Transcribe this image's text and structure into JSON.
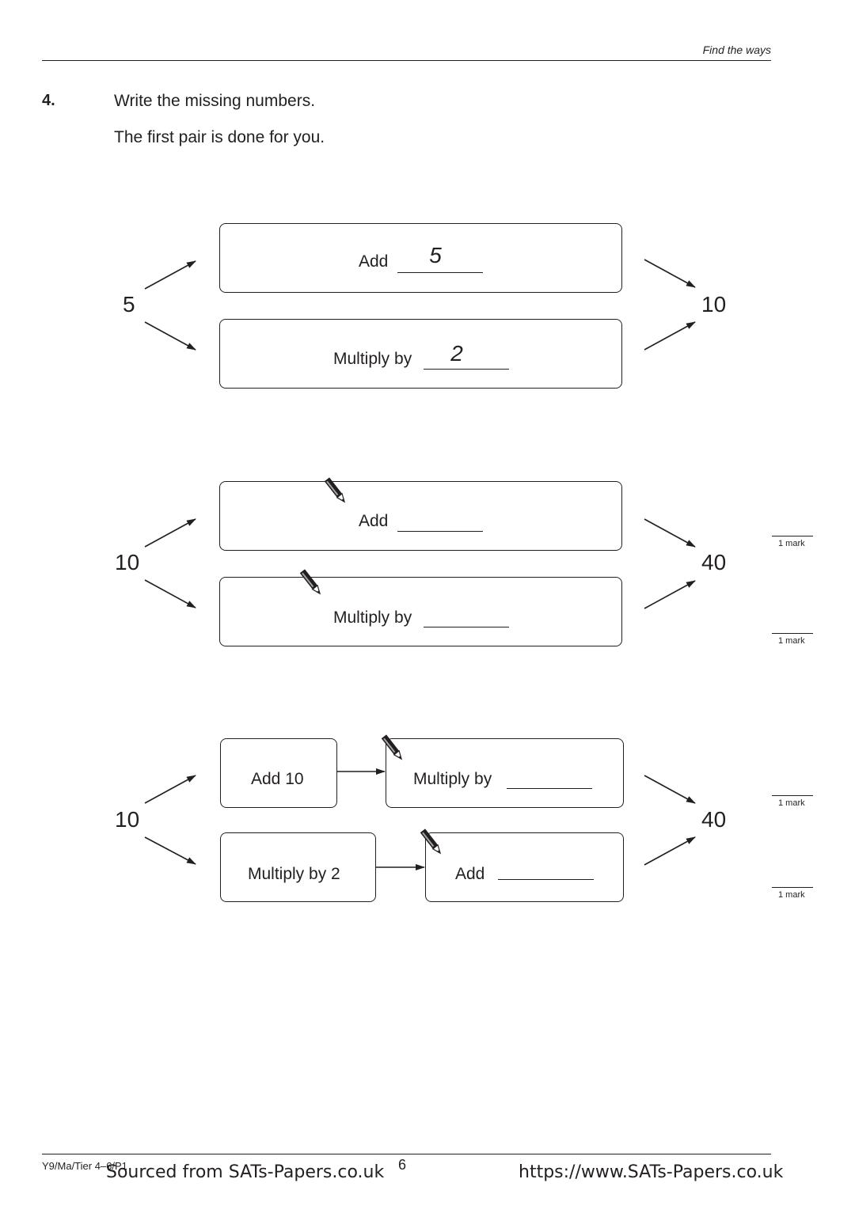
{
  "header": {
    "title": "Find the ways"
  },
  "question": {
    "number": "4.",
    "instruction": "Write the missing numbers.",
    "note": "The first pair is done for you."
  },
  "example": {
    "start": "5",
    "end": "10",
    "top_box": {
      "label": "Add",
      "answer": "5"
    },
    "bottom_box": {
      "label": "Multiply by",
      "answer": "2"
    }
  },
  "part_a": {
    "start": "10",
    "end": "40",
    "top_box": {
      "label": "Add",
      "answer": ""
    },
    "bottom_box": {
      "label": "Multiply by",
      "answer": ""
    }
  },
  "part_b": {
    "start": "10",
    "end": "40",
    "top_first": "Add 10",
    "top_second": "Multiply by",
    "bottom_first": "Multiply by 2",
    "bottom_second": "Add"
  },
  "marks": [
    "1 mark",
    "1 mark",
    "1 mark",
    "1 mark"
  ],
  "footer": {
    "code": "Y9/Ma/Tier 4–6/P1",
    "page": "6",
    "source": "Sourced from SATs-Papers.co.uk",
    "url": "https://www.SATs-Papers.co.uk"
  }
}
